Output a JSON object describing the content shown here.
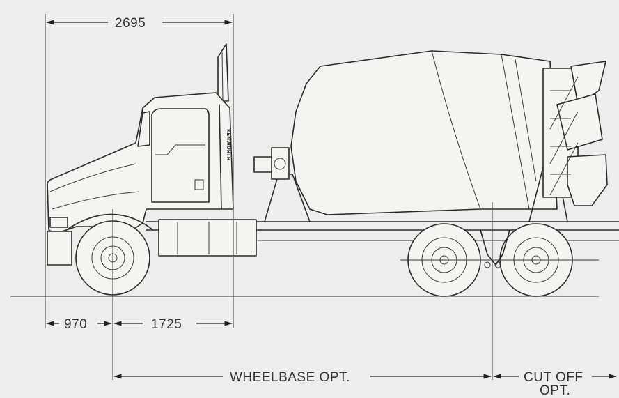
{
  "dimensions": {
    "overall_front_to_cab": "2695",
    "front_overhang": "970",
    "axle_to_cab": "1725",
    "wheelbase": "WHEELBASE OPT.",
    "cut_off_line1": "CUT OFF",
    "cut_off_line2": "OPT."
  },
  "cab_badge": "KENWORTH"
}
